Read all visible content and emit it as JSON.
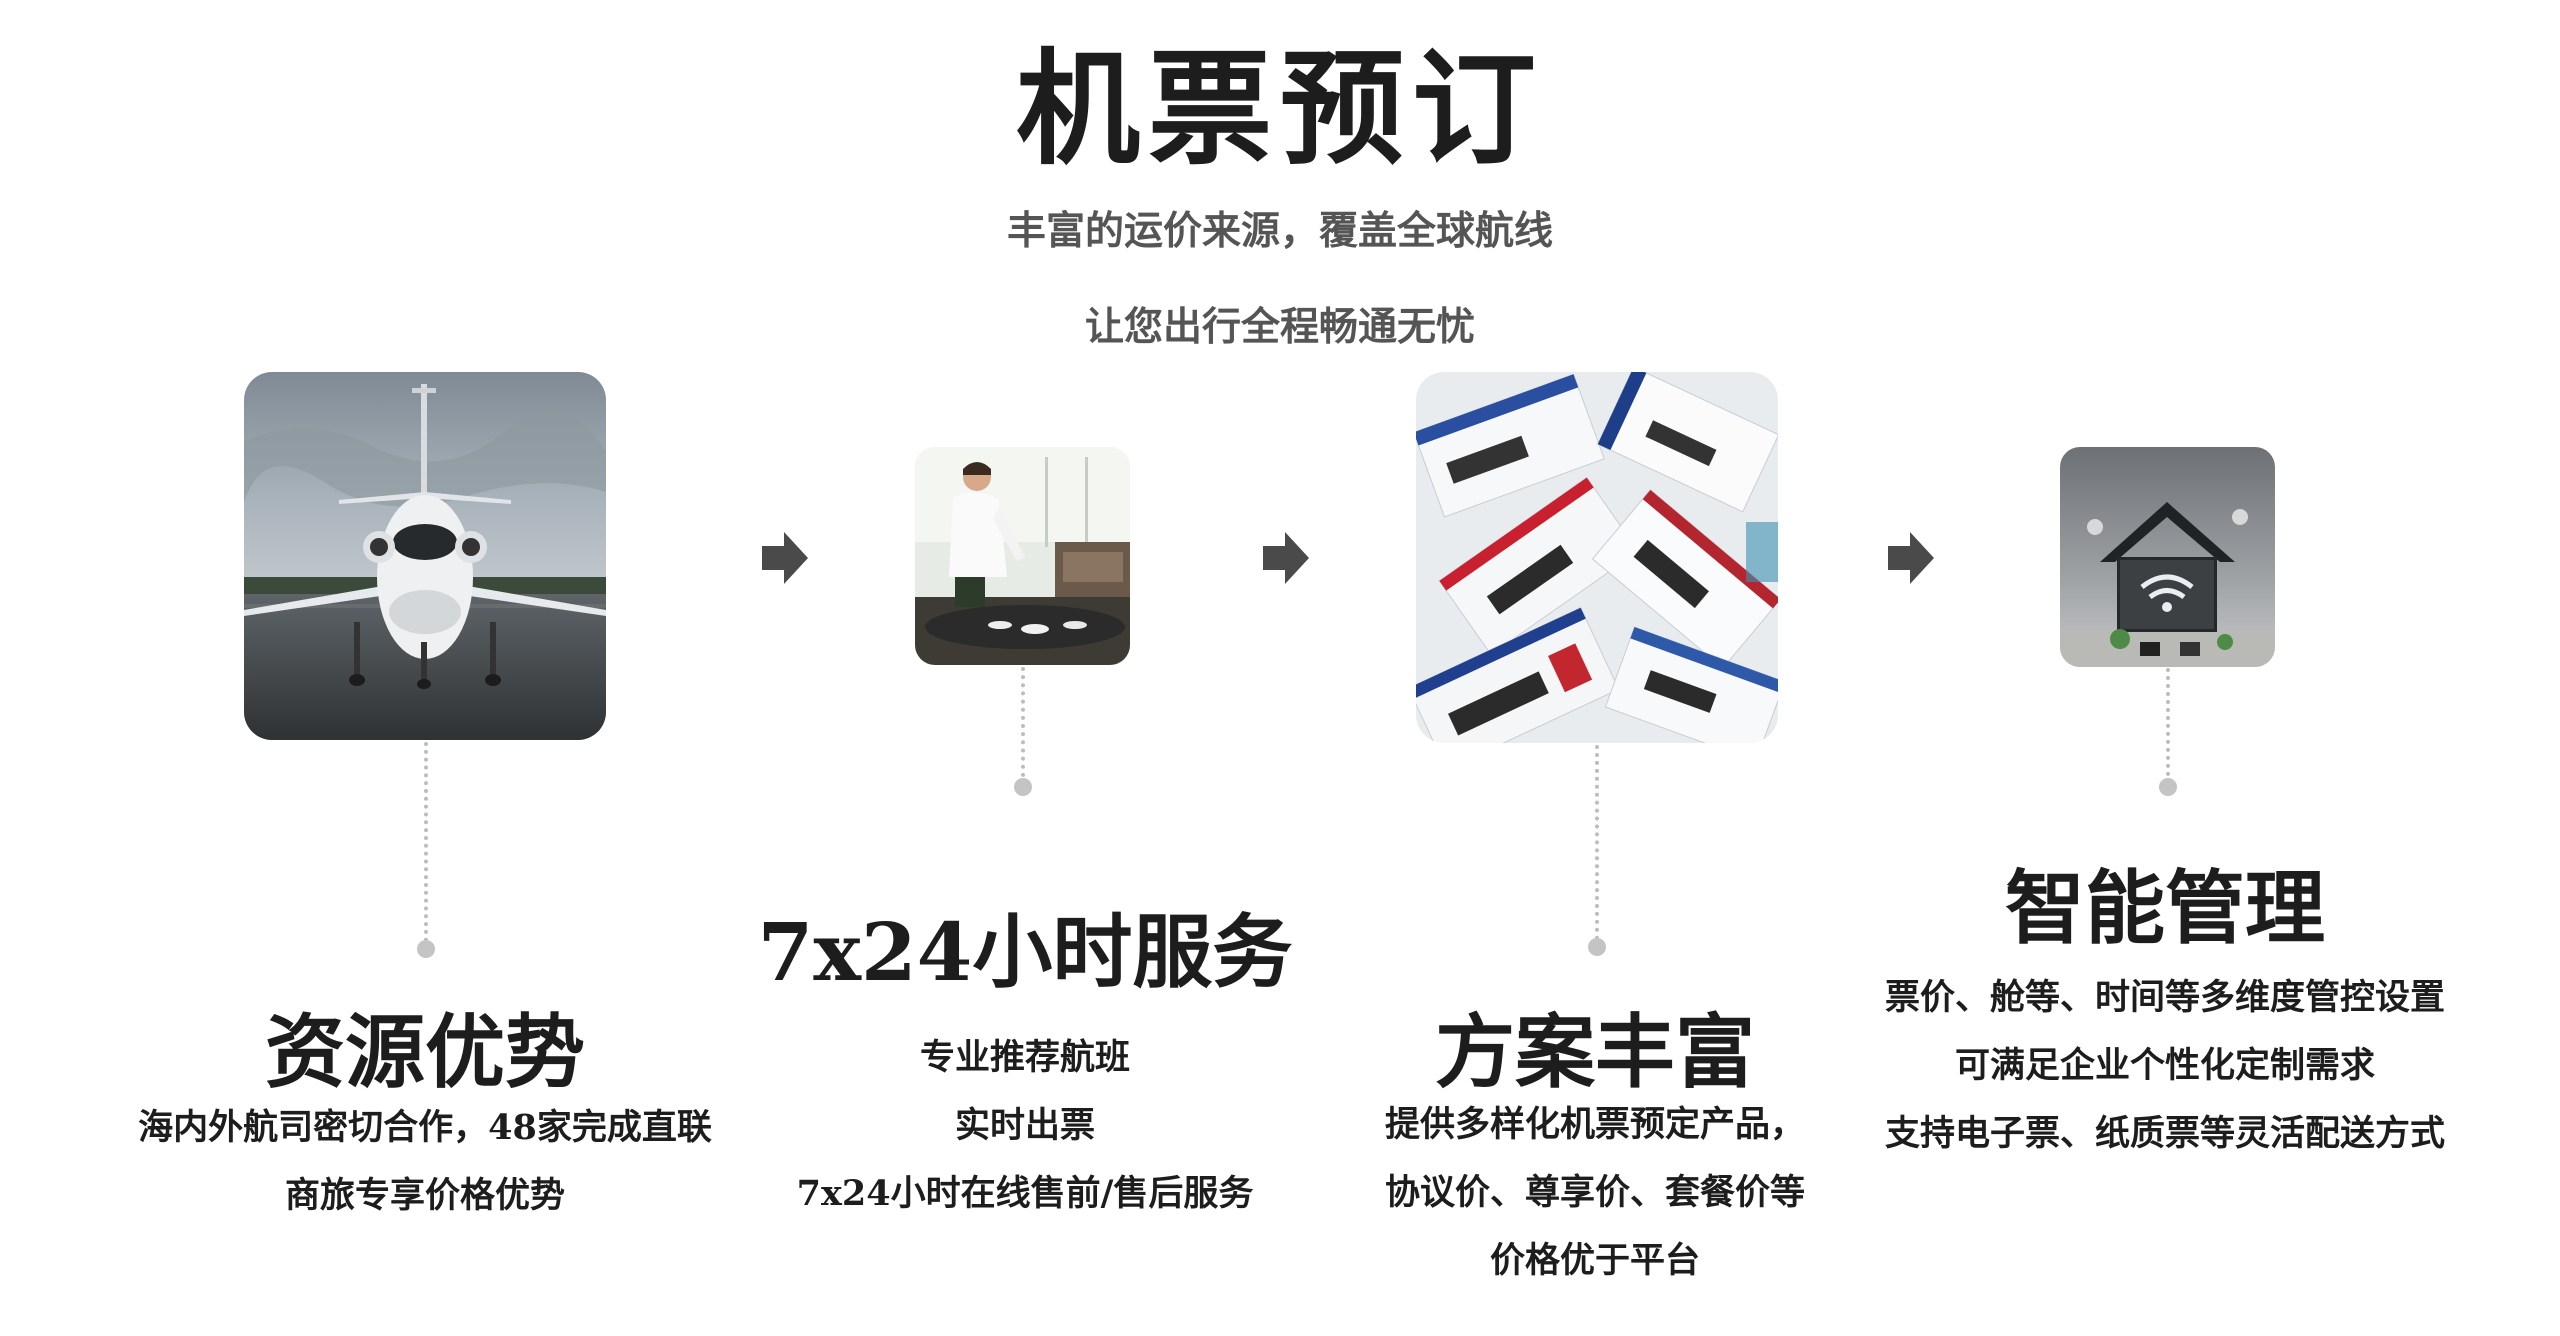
{
  "header": {
    "title": "机票预订",
    "subtitle_1": "丰富的运价来源，覆盖全球航线",
    "subtitle_2": "让您出行全程畅通无忧"
  },
  "steps": [
    {
      "image": "private-jet-photo",
      "title": "资源优势",
      "lines": [
        "海内外航司密切合作，48家完成直联",
        "商旅专享价格优势"
      ]
    },
    {
      "image": "chef-service-photo",
      "title": "7x24小时服务",
      "lines": [
        "专业推荐航班",
        "实时出票",
        "7x24小时在线售前/售后服务"
      ]
    },
    {
      "image": "boarding-passes-photo",
      "title": "方案丰富",
      "lines": [
        "提供多样化机票预定产品，",
        "协议价、尊享价、套餐价等",
        "价格优于平台"
      ]
    },
    {
      "image": "smart-home-photo",
      "title": "智能管理",
      "lines": [
        "票价、舱等、时间等多维度管控设置",
        "可满足企业个性化定制需求",
        "支持电子票、纸质票等灵活配送方式"
      ]
    }
  ],
  "colors": {
    "arrow": "#4a4a4a",
    "connector": "#bdbdbd",
    "text": "#1d1d1d",
    "subtitle": "#555555"
  }
}
